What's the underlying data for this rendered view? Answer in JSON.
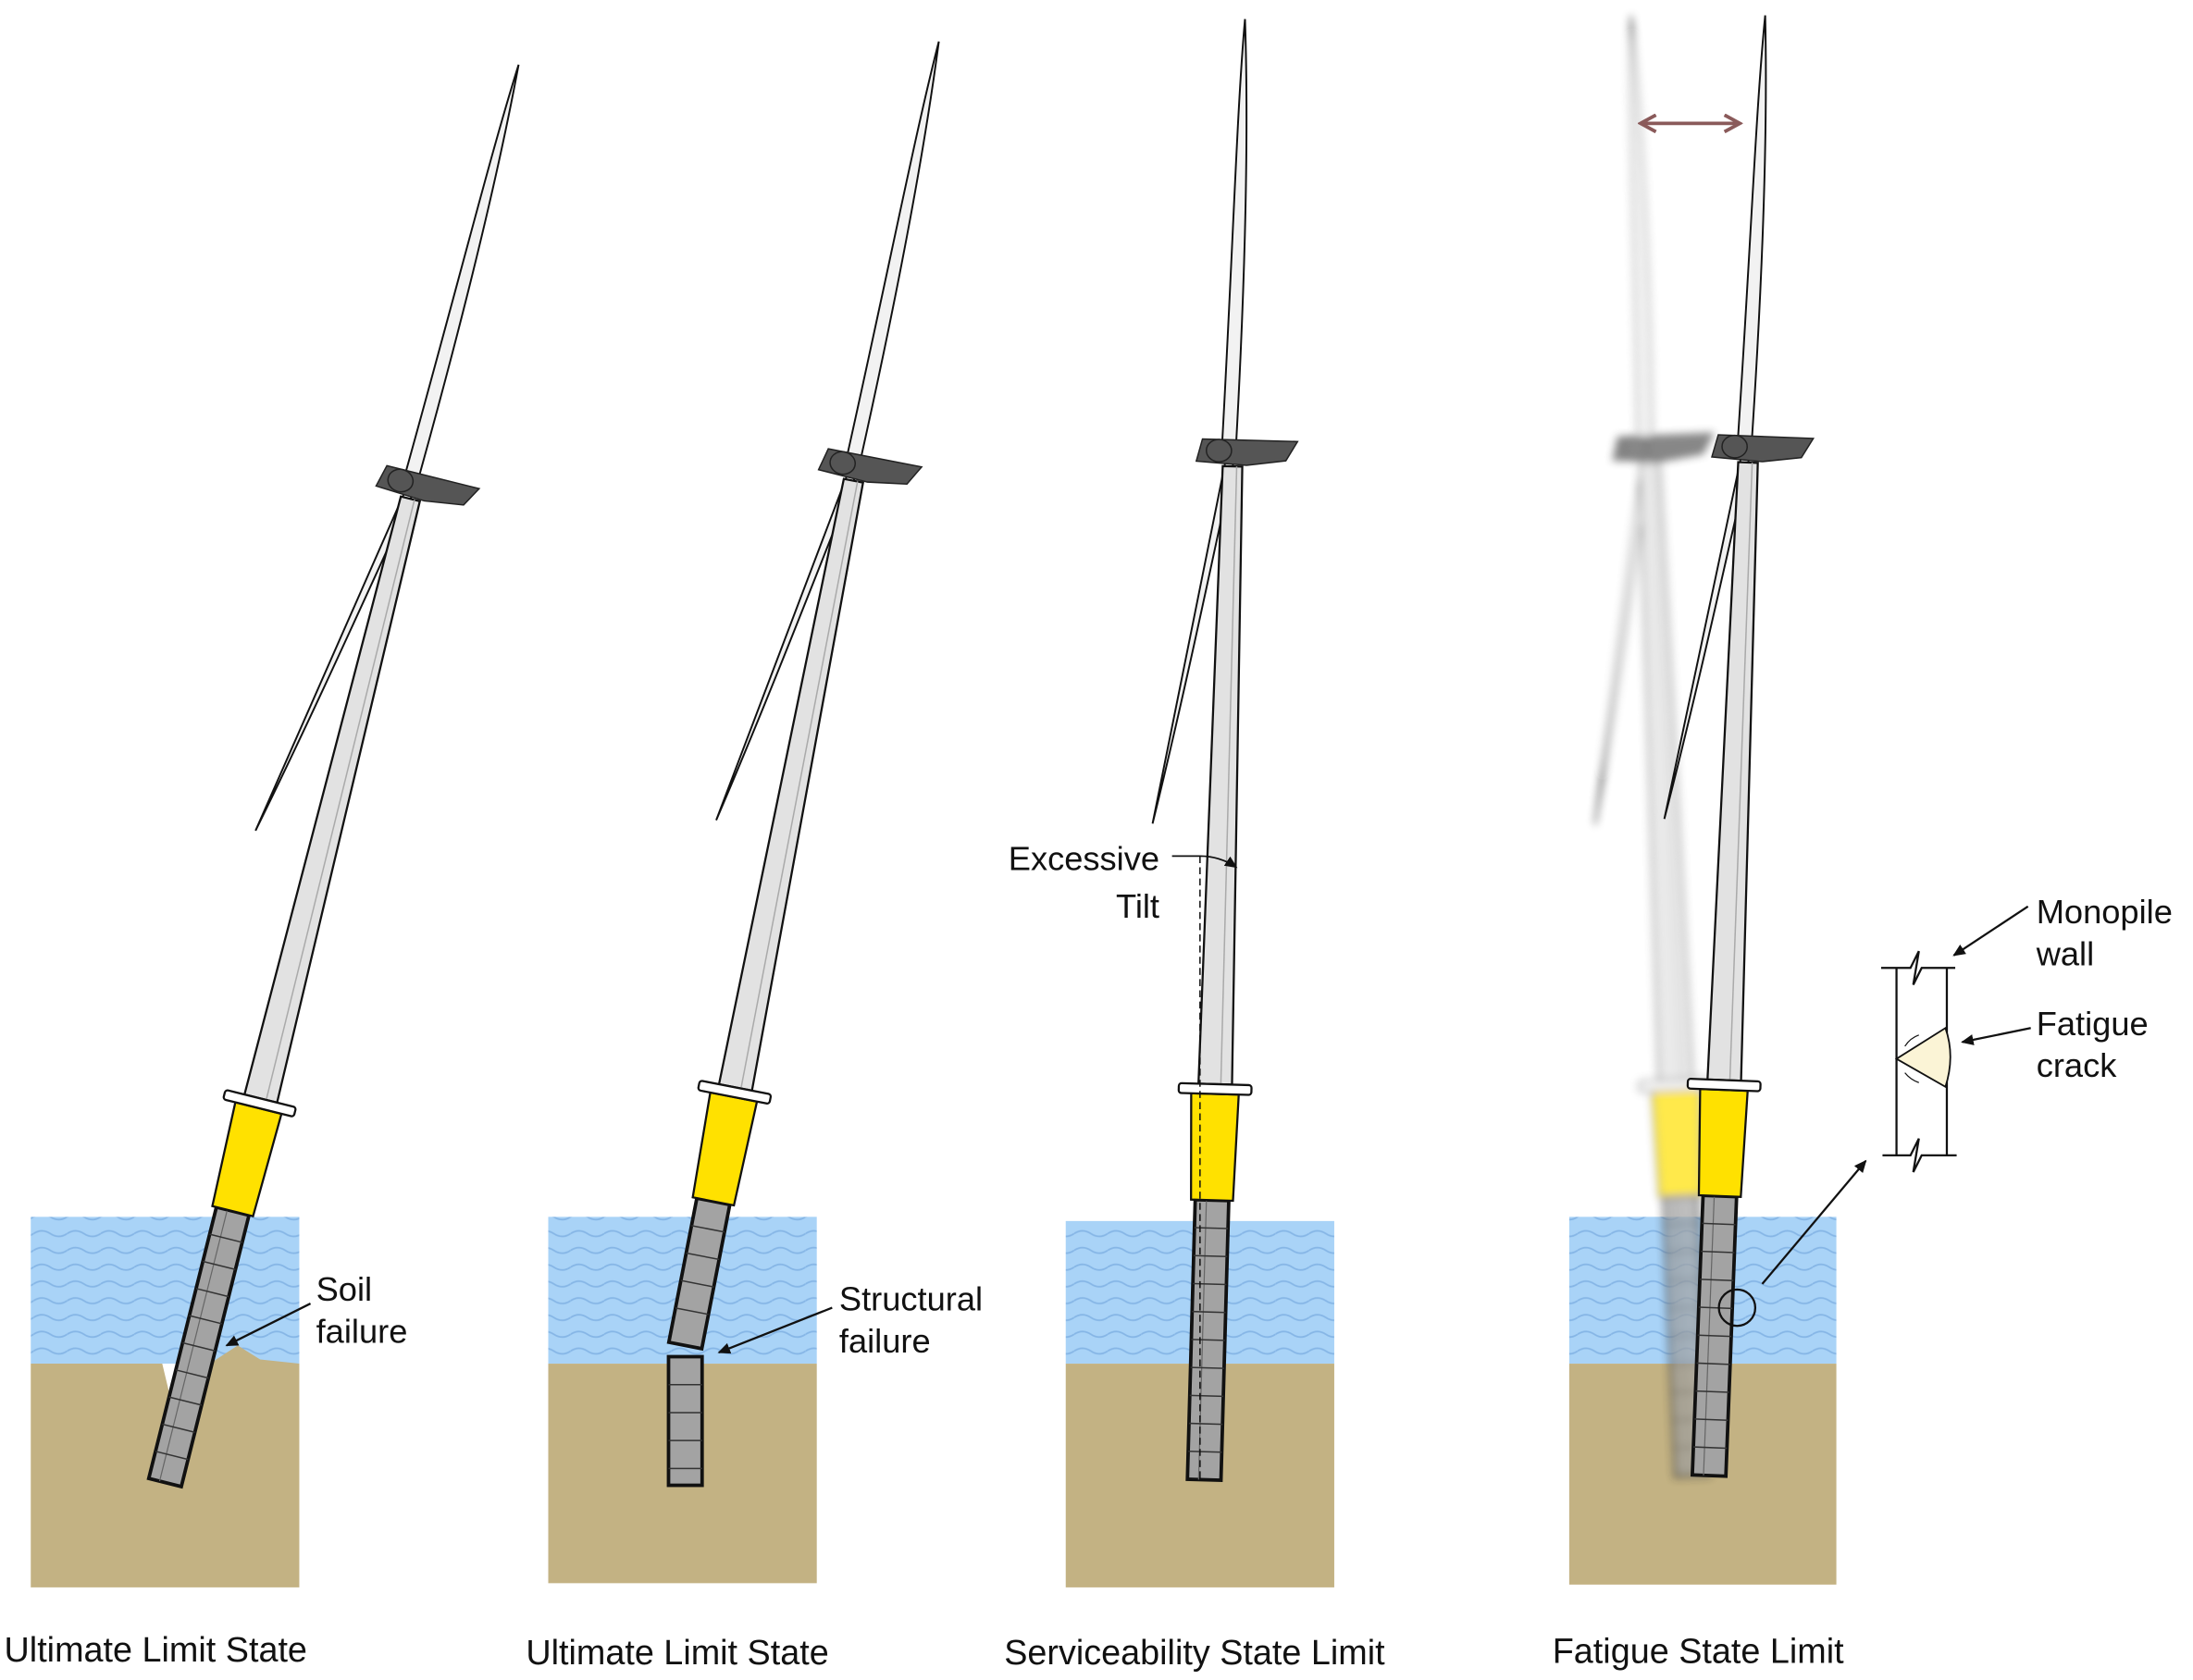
{
  "panels": [
    {
      "caption": "Ultimate Limit State",
      "annotation": [
        "Soil",
        "failure"
      ]
    },
    {
      "caption": "Ultimate Limit State",
      "annotation": [
        "Structural",
        "failure"
      ]
    },
    {
      "caption": "Serviceability State Limit",
      "annotation": [
        "Excessive",
        "Tilt"
      ]
    },
    {
      "caption": "Fatigue State Limit",
      "annotation_wall": [
        "Monopile",
        "wall"
      ],
      "annotation_crack": [
        "Fatigue",
        "crack"
      ]
    }
  ],
  "colors": {
    "water": "#a9d3f7",
    "wave": "#86b6e6",
    "soil": "#c3b283",
    "transition_piece": "#ffe100",
    "monopile": "#a3a3a3",
    "tower": "#e2e2e2",
    "nacelle": "#555555",
    "crack": "#fbf4d6",
    "oscillation_arrow": "#8a5a5a"
  },
  "icons": {
    "oscillation": "double-arrow-icon"
  }
}
